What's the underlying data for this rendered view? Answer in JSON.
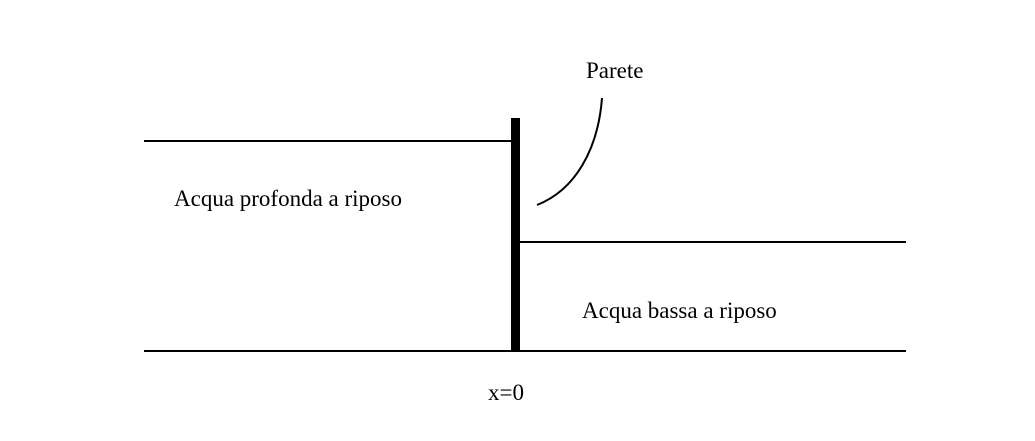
{
  "labels": {
    "wall": "Parete",
    "deep_water": "Acqua profonda a riposo",
    "shallow_water": "Acqua bassa a riposo",
    "position": "x=0"
  },
  "colors": {
    "stroke": "#000000",
    "background": "#ffffff"
  }
}
